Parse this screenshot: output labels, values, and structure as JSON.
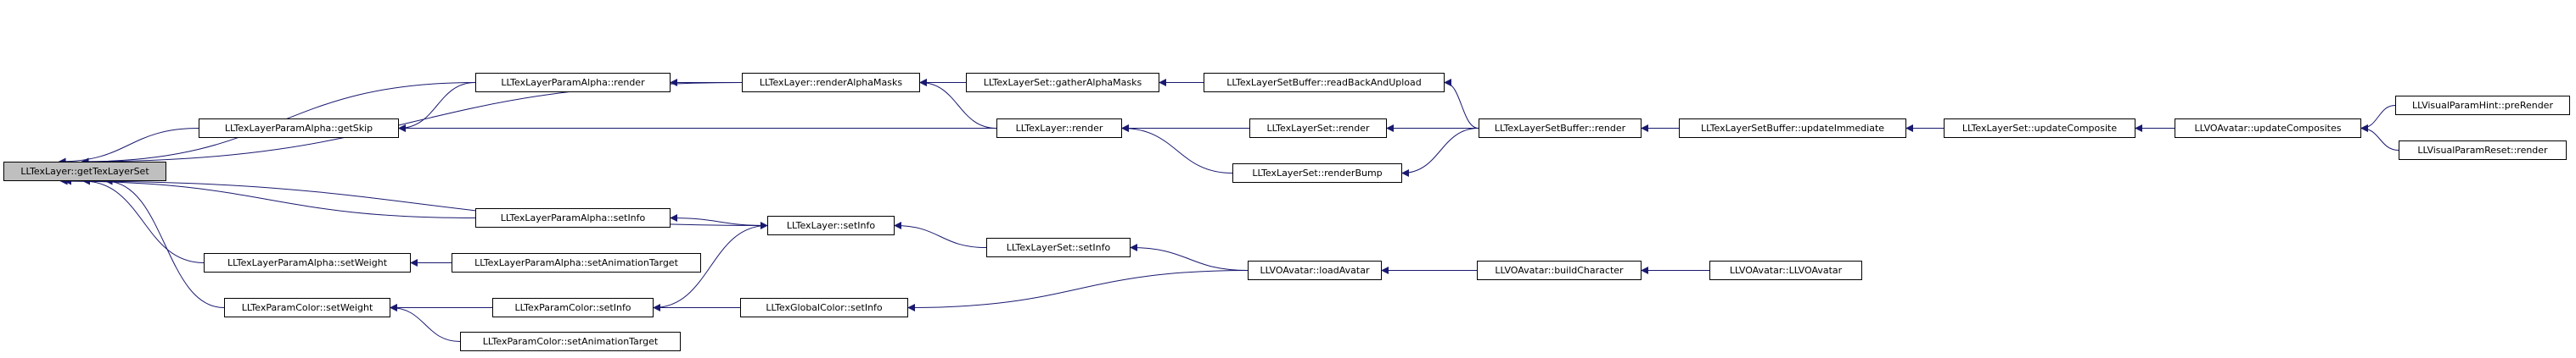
{
  "graph": {
    "root_id": "getTexLayerSet",
    "colors": {
      "edge": "#191970",
      "node_border": "#000000",
      "root_fill": "#bfbfbf",
      "node_fill": "#ffffff"
    },
    "nodes": [
      {
        "id": "getTexLayerSet",
        "label": "LLTexLayer::getTexLayerSet"
      },
      {
        "id": "paramAlphaRender",
        "label": "LLTexLayerParamAlpha::render"
      },
      {
        "id": "renderAlphaMasks",
        "label": "LLTexLayer::renderAlphaMasks"
      },
      {
        "id": "gatherAlphaMasks",
        "label": "LLTexLayerSet::gatherAlphaMasks"
      },
      {
        "id": "readBackAndUpload",
        "label": "LLTexLayerSetBuffer::readBackAndUpload"
      },
      {
        "id": "getSkip",
        "label": "LLTexLayerParamAlpha::getSkip"
      },
      {
        "id": "layerRender",
        "label": "LLTexLayer::render"
      },
      {
        "id": "layerSetRender",
        "label": "LLTexLayerSet::render"
      },
      {
        "id": "bufferRender",
        "label": "LLTexLayerSetBuffer::render"
      },
      {
        "id": "updateImmediate",
        "label": "LLTexLayerSetBuffer::updateImmediate"
      },
      {
        "id": "updateComposite",
        "label": "LLTexLayerSet::updateComposite"
      },
      {
        "id": "updateComposites",
        "label": "LLVOAvatar::updateComposites"
      },
      {
        "id": "hintPreRender",
        "label": "LLVisualParamHint::preRender"
      },
      {
        "id": "resetRender",
        "label": "LLVisualParamReset::render"
      },
      {
        "id": "renderBump",
        "label": "LLTexLayerSet::renderBump"
      },
      {
        "id": "alphaSetInfo",
        "label": "LLTexLayerParamAlpha::setInfo"
      },
      {
        "id": "layerSetInfo",
        "label": "LLTexLayer::setInfo"
      },
      {
        "id": "layerSetSetInfo",
        "label": "LLTexLayerSet::setInfo"
      },
      {
        "id": "loadAvatar",
        "label": "LLVOAvatar::loadAvatar"
      },
      {
        "id": "buildCharacter",
        "label": "LLVOAvatar::buildCharacter"
      },
      {
        "id": "ctorAvatar",
        "label": "LLVOAvatar::LLVOAvatar"
      },
      {
        "id": "alphaSetWeight",
        "label": "LLTexLayerParamAlpha::setWeight"
      },
      {
        "id": "alphaSetAnim",
        "label": "LLTexLayerParamAlpha::setAnimationTarget"
      },
      {
        "id": "colorSetWeight",
        "label": "LLTexParamColor::setWeight"
      },
      {
        "id": "colorSetInfo",
        "label": "LLTexParamColor::setInfo"
      },
      {
        "id": "globalColorSetInfo",
        "label": "LLTexGlobalColor::setInfo"
      },
      {
        "id": "colorSetAnim",
        "label": "LLTexParamColor::setAnimationTarget"
      }
    ],
    "edges": [
      {
        "from": "paramAlphaRender",
        "to": "getTexLayerSet"
      },
      {
        "from": "renderAlphaMasks",
        "to": "getTexLayerSet"
      },
      {
        "from": "getSkip",
        "to": "getTexLayerSet"
      },
      {
        "from": "layerSetInfo",
        "to": "getTexLayerSet"
      },
      {
        "from": "alphaSetInfo",
        "to": "getTexLayerSet"
      },
      {
        "from": "alphaSetWeight",
        "to": "getTexLayerSet"
      },
      {
        "from": "colorSetWeight",
        "to": "getTexLayerSet"
      },
      {
        "from": "renderAlphaMasks",
        "to": "paramAlphaRender"
      },
      {
        "from": "gatherAlphaMasks",
        "to": "renderAlphaMasks"
      },
      {
        "from": "layerRender",
        "to": "renderAlphaMasks"
      },
      {
        "from": "readBackAndUpload",
        "to": "gatherAlphaMasks"
      },
      {
        "from": "bufferRender",
        "to": "readBackAndUpload"
      },
      {
        "from": "paramAlphaRender",
        "to": "getSkip"
      },
      {
        "from": "layerRender",
        "to": "getSkip"
      },
      {
        "from": "layerSetRender",
        "to": "layerRender"
      },
      {
        "from": "renderBump",
        "to": "layerRender"
      },
      {
        "from": "bufferRender",
        "to": "layerSetRender"
      },
      {
        "from": "bufferRender",
        "to": "renderBump"
      },
      {
        "from": "updateImmediate",
        "to": "bufferRender"
      },
      {
        "from": "updateComposite",
        "to": "updateImmediate"
      },
      {
        "from": "updateComposites",
        "to": "updateComposite"
      },
      {
        "from": "hintPreRender",
        "to": "updateComposites"
      },
      {
        "from": "resetRender",
        "to": "updateComposites"
      },
      {
        "from": "layerSetInfo",
        "to": "alphaSetInfo"
      },
      {
        "from": "layerSetSetInfo",
        "to": "layerSetInfo"
      },
      {
        "from": "loadAvatar",
        "to": "layerSetSetInfo"
      },
      {
        "from": "buildCharacter",
        "to": "loadAvatar"
      },
      {
        "from": "ctorAvatar",
        "to": "buildCharacter"
      },
      {
        "from": "alphaSetAnim",
        "to": "alphaSetWeight"
      },
      {
        "from": "colorSetInfo",
        "to": "colorSetWeight"
      },
      {
        "from": "colorSetAnim",
        "to": "colorSetWeight"
      },
      {
        "from": "colorSetInfo",
        "to": "layerSetInfo"
      },
      {
        "from": "globalColorSetInfo",
        "to": "colorSetInfo"
      },
      {
        "from": "loadAvatar",
        "to": "globalColorSetInfo"
      }
    ]
  }
}
